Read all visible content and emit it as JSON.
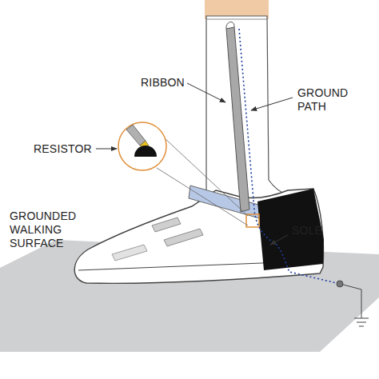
{
  "diagram": {
    "labels": [
      "RIBBON",
      "GROUND PATH",
      "RESISTOR",
      "GROUNDED WALKING SURFACE",
      "SOLE"
    ]
  }
}
